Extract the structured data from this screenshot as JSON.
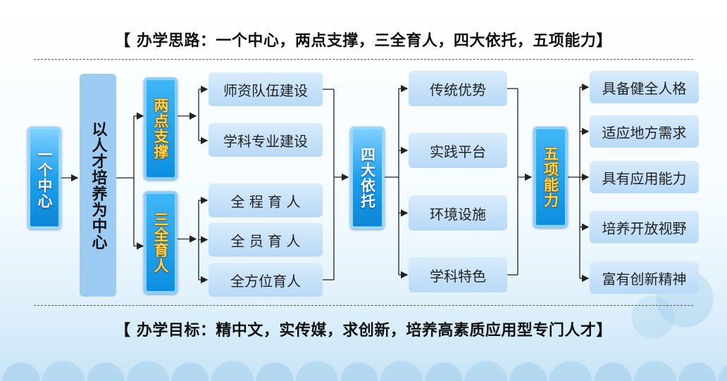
{
  "header": {
    "title": "【 办学思路：一个中心，两点支撑，三全育人，四大依托，五项能力】"
  },
  "footer": {
    "title": "【 办学目标：精中文，实传媒，求创新，培养高素质应用型专门人才】"
  },
  "diagram": {
    "center": "一个中心",
    "core": "以人才培养为中心",
    "two_supports": {
      "label": "两点支撑",
      "items": [
        "师资队伍建设",
        "学科专业建设"
      ]
    },
    "three_education": {
      "label": "三全育人",
      "items": [
        "全 程 育 人",
        "全 员 育 人",
        "全方位育人"
      ]
    },
    "four_reliance": {
      "label": "四大依托",
      "items": [
        "传统优势",
        "实践平台",
        "环境设施",
        "学科特色"
      ]
    },
    "five_abilities": {
      "label": "五项能力",
      "items": [
        "具备健全人格",
        "适应地方需求",
        "具有应用能力",
        "培养开放视野",
        "富有创新精神"
      ]
    }
  }
}
